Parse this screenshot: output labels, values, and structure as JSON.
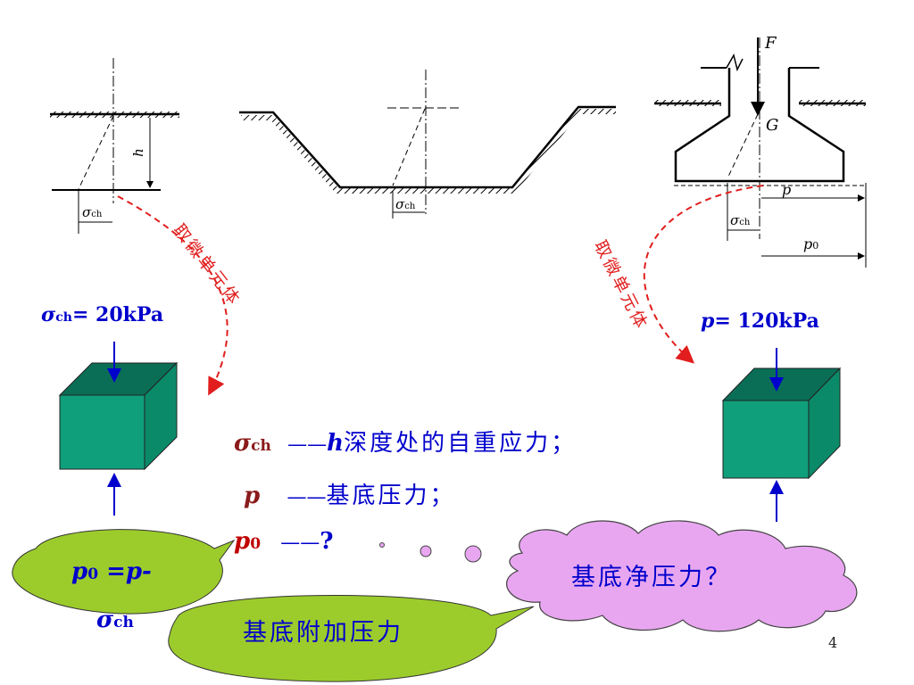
{
  "slide": {
    "page_number": "4",
    "figure_labels": {
      "left_h": "h",
      "sigma": "σ",
      "ch": "ch",
      "F": "F",
      "G": "G",
      "p": "p",
      "p0": "p",
      "zero": "0"
    },
    "left_arrow_label": "取微单元体",
    "right_arrow_label": "取微单元体",
    "left_pressure": {
      "symbol": "σ",
      "sub": "ch",
      "value": "= 20kPa"
    },
    "right_pressure": {
      "symbol": "p",
      "value": "= 120kPa"
    },
    "definitions": [
      {
        "symbol": "σ",
        "sub": "ch",
        "dash": "——",
        "lead": "h",
        "text": "深度处的自重应力；"
      },
      {
        "symbol": "p",
        "sub": "",
        "dash": "——",
        "lead": "",
        "text": "基底压力；"
      },
      {
        "symbol": "p",
        "sub": "0",
        "dash": "——",
        "lead": "",
        "text": "?"
      }
    ],
    "bubble_formula": {
      "p": "p",
      "sub0": "0",
      "eq": " =",
      "p2": "p-",
      "sigma": "σ",
      "ch": "ch"
    },
    "bubble_added": "基底附加压力",
    "cloud_text": "基底净压力？",
    "colors": {
      "cube_front": "#0f9f7a",
      "cube_top": "#0a6e57",
      "cube_side": "#0b8a6a",
      "bubble_green": "#9ccc2c",
      "cloud": "#e8a6f0",
      "dashed_arrow": "#e11d1d",
      "text_blue": "#0000cc"
    }
  }
}
